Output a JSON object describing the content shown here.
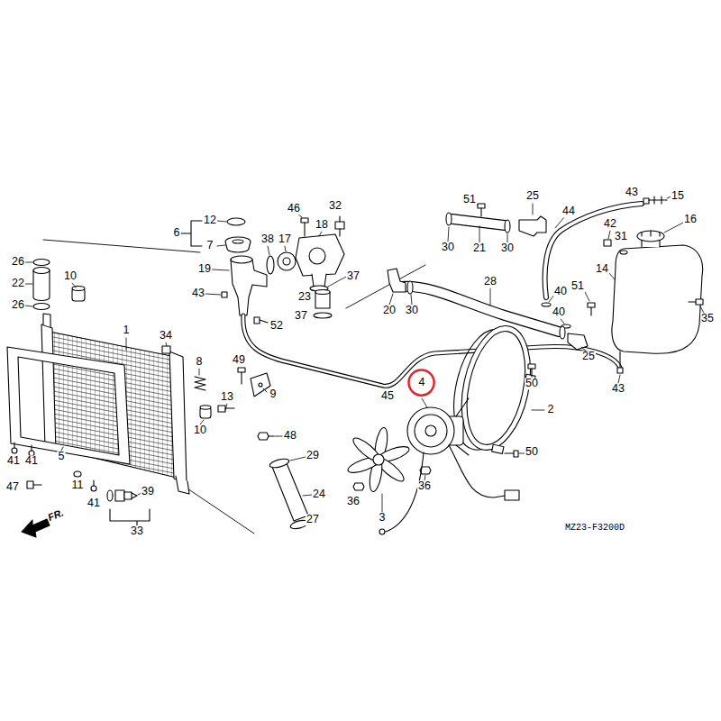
{
  "diagram": {
    "nodes": [
      {
        "text": [
          "4"
        ]
      }
    ],
    "labels": [
      "51",
      "25",
      "43",
      "15",
      "46",
      "32",
      "12",
      "18",
      "6",
      "44",
      "16",
      "7",
      "38",
      "17",
      "30",
      "21",
      "30",
      "42",
      "31",
      "14",
      "26",
      "22",
      "26",
      "10",
      "19",
      "37",
      "28",
      "51",
      "35",
      "43",
      "23",
      "20",
      "30",
      "40",
      "40",
      "1",
      "52",
      "37",
      "34",
      "25",
      "43",
      "8",
      "49",
      "9",
      "13",
      "50",
      "2",
      "45",
      "10",
      "48",
      "29",
      "50",
      "41",
      "41",
      "5",
      "11",
      "41",
      "47",
      "39",
      "24",
      "36",
      "36",
      "3",
      "27",
      "33",
      "FR.",
      "MZ23-F3200D"
    ]
  }
}
